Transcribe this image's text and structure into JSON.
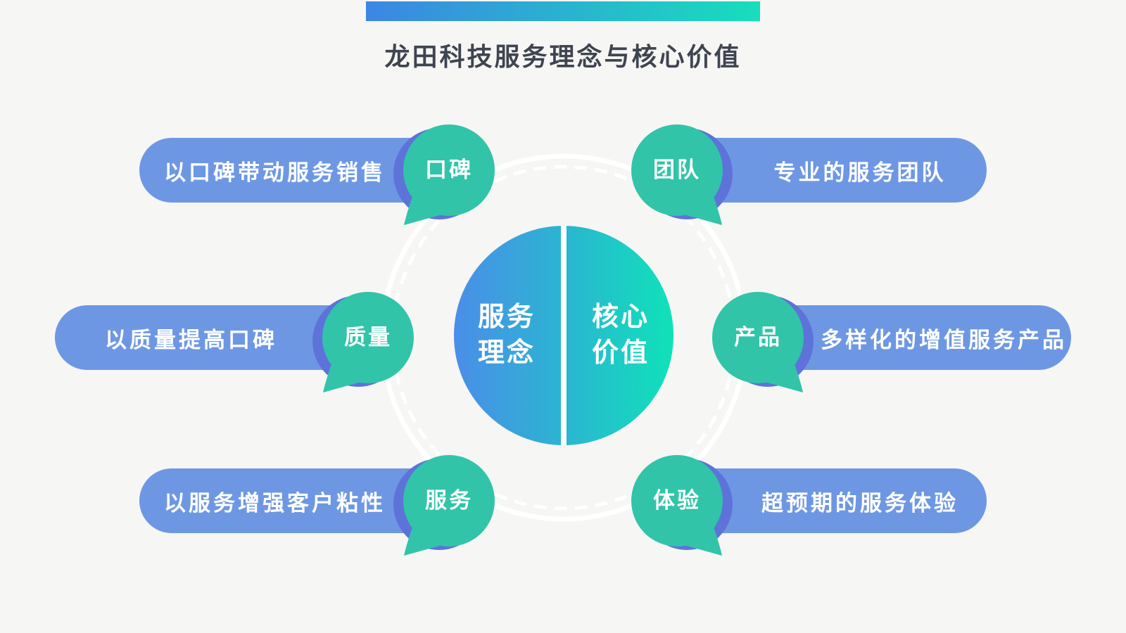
{
  "title": "龙田科技服务理念与核心价值",
  "center": {
    "left": {
      "line1": "服务",
      "line2": "理念"
    },
    "right": {
      "line1": "核心",
      "line2": "价值"
    }
  },
  "items": [
    {
      "side": "left",
      "badge": "口碑",
      "label": "以口碑带动服务销售"
    },
    {
      "side": "left",
      "badge": "质量",
      "label": "以质量提高口碑"
    },
    {
      "side": "left",
      "badge": "服务",
      "label": "以服务增强客户粘性"
    },
    {
      "side": "right",
      "badge": "团队",
      "label": "专业的服务团队"
    },
    {
      "side": "right",
      "badge": "产品",
      "label": "多样化的增值服务产品"
    },
    {
      "side": "right",
      "badge": "体验",
      "label": "超预期的服务体验"
    }
  ],
  "colors": {
    "background": "#f6f6f4",
    "accent_bar_start": "#3c86e3",
    "accent_bar_end": "#17debc",
    "title_text": "#3e4450",
    "pill_blue": "#6e97e3",
    "bubble_teal": "#31c4a9",
    "bubble_shadow_blue": "#5d73da",
    "circle_gradient_start": "#4a8ee9",
    "circle_gradient_end": "#0fe2b9",
    "ring": "#ffffff"
  }
}
